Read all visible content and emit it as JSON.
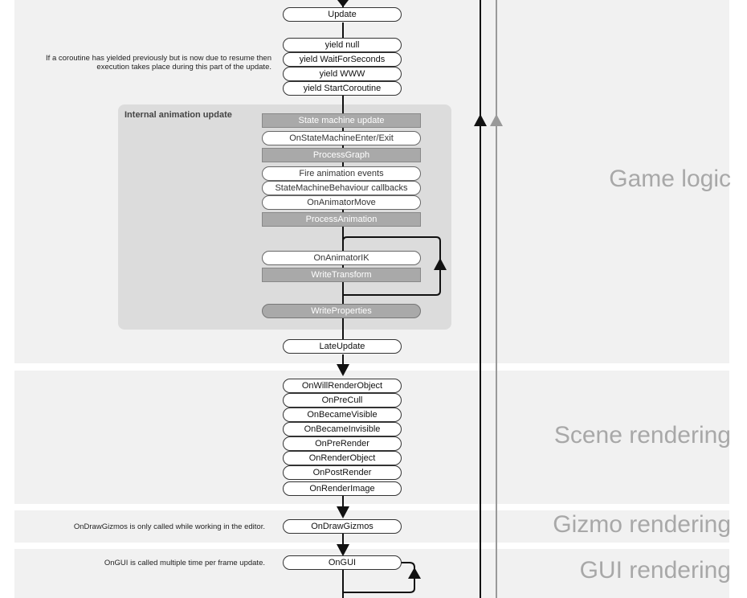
{
  "sections": {
    "game_logic": "Game logic",
    "scene_rendering": "Scene rendering",
    "gizmo_rendering": "Gizmo rendering",
    "gui_rendering": "GUI rendering"
  },
  "nodes": {
    "update": "Update",
    "yield_null": "yield null",
    "yield_wait": "yield WaitForSeconds",
    "yield_www": "yield WWW",
    "yield_start": "yield StartCoroutine",
    "late_update": "LateUpdate",
    "on_will_render": "OnWillRenderObject",
    "on_pre_cull": "OnPreCull",
    "on_became_visible": "OnBecameVisible",
    "on_became_invisible": "OnBecameInvisible",
    "on_pre_render": "OnPreRender",
    "on_render_object": "OnRenderObject",
    "on_post_render": "OnPostRender",
    "on_render_image": "OnRenderImage",
    "on_draw_gizmos": "OnDrawGizmos",
    "on_gui": "OnGUI"
  },
  "animation": {
    "title": "Internal animation update",
    "state_machine_update": "State machine update",
    "on_state_machine_enter_exit": "OnStateMachineEnter/Exit",
    "process_graph": "ProcessGraph",
    "fire_animation_events": "Fire animation events",
    "smb_callbacks": "StateMachineBehaviour callbacks",
    "on_animator_move": "OnAnimatorMove",
    "process_animation": "ProcessAnimation",
    "on_animator_ik": "OnAnimatorIK",
    "write_transform": "WriteTransform",
    "write_properties": "WriteProperties"
  },
  "notes": {
    "coroutine": "If a coroutine has yielded previously but is now due to resume then execution takes place during this part of the update.",
    "gizmos": "OnDrawGizmos is only called while working in the editor.",
    "gui": "OnGUI is called multiple time per frame update."
  },
  "colors": {
    "section_bg": "#f1f1f1",
    "anim_panel_bg": "#dcdcdc",
    "grey_node": "#a9a9a9",
    "label_grey": "#a8a8a8"
  }
}
